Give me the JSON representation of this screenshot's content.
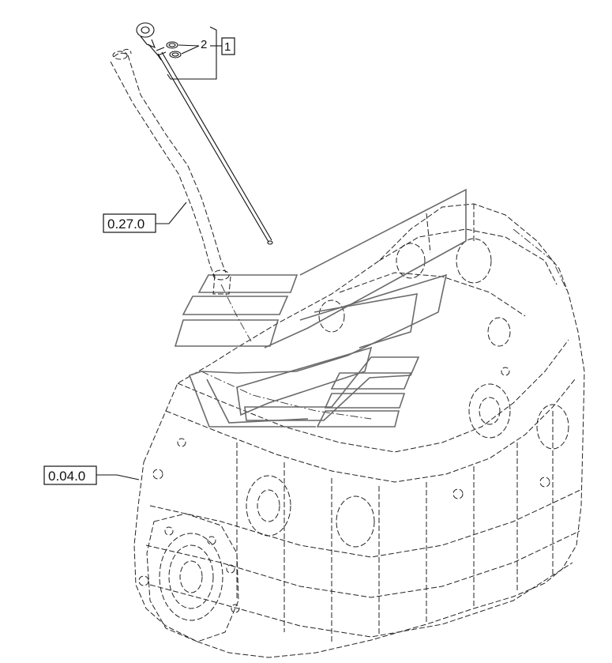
{
  "diagram": {
    "callouts": {
      "item_1": "1",
      "item_2": "2"
    },
    "references": {
      "tube_ref": "0.27.0",
      "block_ref": "0.04.0"
    }
  }
}
